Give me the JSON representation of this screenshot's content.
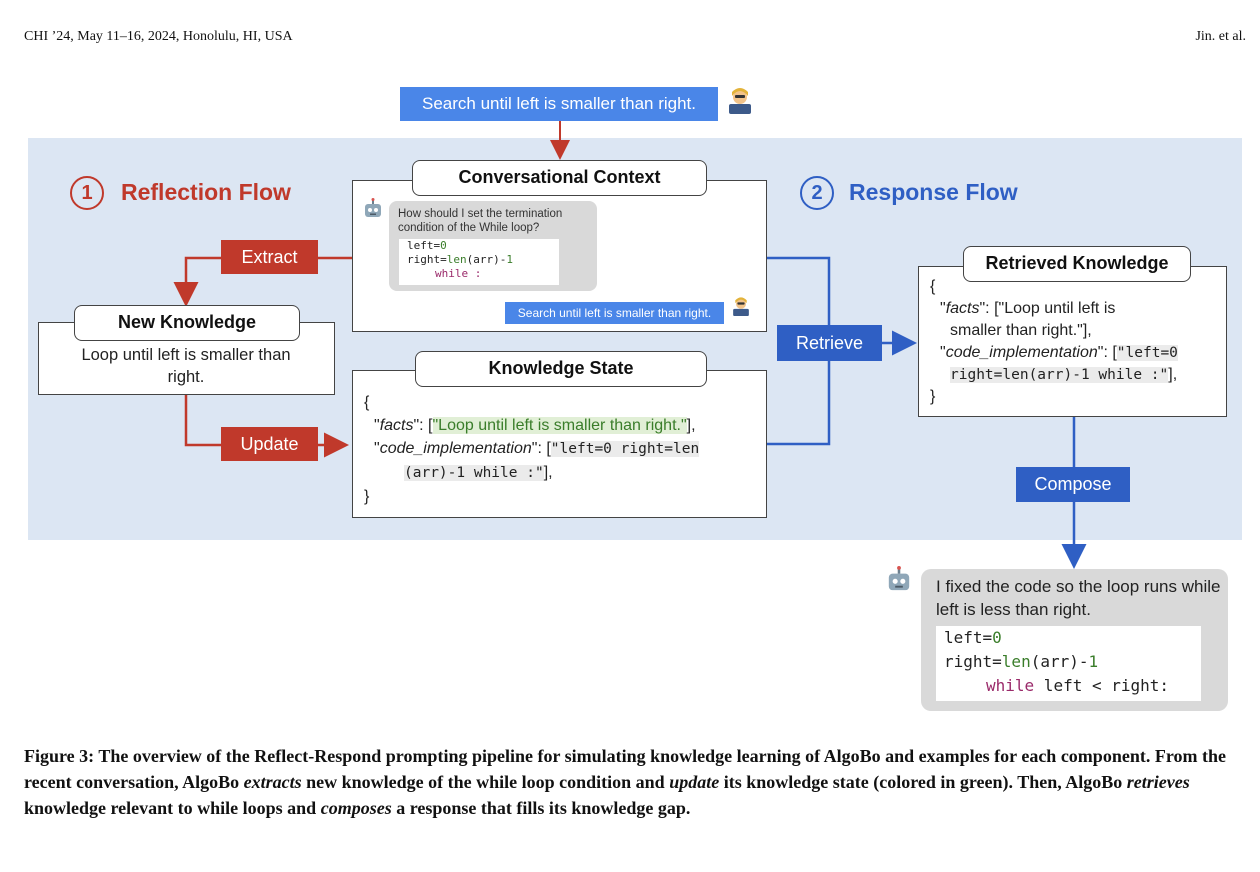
{
  "header": {
    "left": "CHI ’24, May 11–16, 2024, Honolulu, HI, USA",
    "right": "Jin. et al."
  },
  "top_query": "Search until left is smaller than right.",
  "reflection": {
    "number": "1",
    "title": "Reflection Flow"
  },
  "response": {
    "number": "2",
    "title": "Response Flow"
  },
  "labels": {
    "extract": "Extract",
    "update": "Update",
    "retrieve": "Retrieve",
    "compose": "Compose"
  },
  "conversational_context": {
    "title": "Conversational Context",
    "bot_question": "How should I set the termination condition of the While loop?",
    "code": {
      "line1_a": "left=",
      "line1_b": "0",
      "line2_a": "right=",
      "line2_b": "len",
      "line2_c": "(arr)-",
      "line2_d": "1",
      "line3": "while :"
    },
    "user_reply": "Search until left is smaller than right."
  },
  "new_knowledge": {
    "title": "New Knowledge",
    "text": "Loop until left is smaller than right."
  },
  "knowledge_state": {
    "title": "Knowledge State",
    "open": "{",
    "facts_key": "facts",
    "facts_value": "\"Loop until left is smaller than right.\"",
    "code_key": "code_implementation",
    "code_value_1": "\"left=0 right=len",
    "code_value_2": "(arr)-1 while :\"",
    "close": "}"
  },
  "retrieved_knowledge": {
    "title": "Retrieved Knowledge",
    "open": "{",
    "facts_key": "facts",
    "facts_value_1": "[\"Loop until left is",
    "facts_value_2": "smaller than right.\"],",
    "code_key": "code_implementation",
    "code_value_1": "\"left=0",
    "code_value_2": "right=len(arr)-1 while :\"",
    "close": "}"
  },
  "response_bubble": {
    "text": "I fixed the code so the loop runs while left is less than right.",
    "code": {
      "line1_a": "left=",
      "line1_b": "0",
      "line2_a": "right=",
      "line2_b": "len",
      "line2_c": "(arr)-",
      "line2_d": "1",
      "line3_a": "while",
      "line3_b": " left < right:"
    }
  },
  "caption": {
    "p1": "Figure 3: The overview of the Reflect-Respond prompting pipeline for simulating knowledge learning of AlgoBo and examples for each component. From the recent conversation, AlgoBo ",
    "e1": "extracts",
    "p2": " new knowledge of the while loop condition and ",
    "e2": "update",
    "p3": " its knowledge state (colored in green). Then, AlgoBo ",
    "e3": "retrieves",
    "p4": " knowledge relevant to while loops and ",
    "e4": "composes",
    "p5": " a response that fills its knowledge gap."
  },
  "icons": [
    "robot-icon",
    "teacher-icon"
  ],
  "colors": {
    "red": "#c0392b",
    "blue": "#2f5fc4",
    "panel": "#dce6f3",
    "query_blue": "#4a86e8",
    "green_text": "#3a7d2a"
  }
}
